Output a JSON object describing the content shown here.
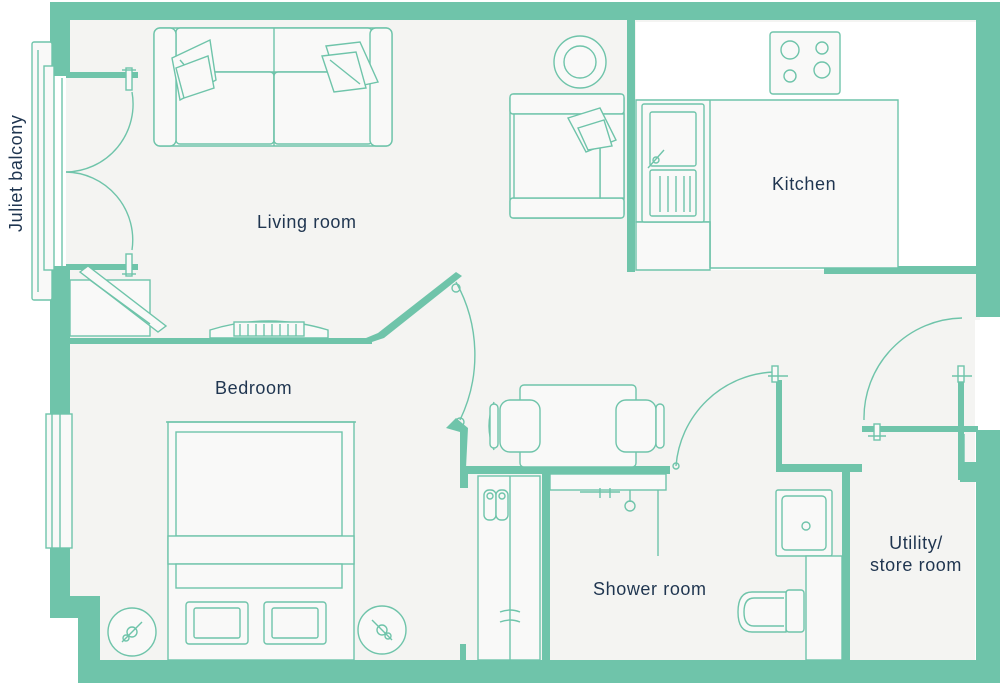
{
  "colors": {
    "wall": "#6fc4aa",
    "floor": "#f4f4f2",
    "fixture_stroke": "#6fc4aa",
    "fixture_fill": "#f9f9f8",
    "label": "#1f3550",
    "background": "#ffffff"
  },
  "rooms": {
    "living_room": "Living room",
    "kitchen": "Kitchen",
    "bedroom": "Bedroom",
    "shower_room": "Shower room",
    "utility_line1": "Utility/",
    "utility_line2": "store room",
    "juliet_balcony": "Juliet balcony"
  },
  "fixtures": [
    "sofa-icon",
    "armchair-icon",
    "round-table-icon",
    "hob-icon",
    "kitchen-sink-icon",
    "radiator-icon",
    "dining-table-icon",
    "chair-icon",
    "double-bed-icon",
    "pillow-icon",
    "bedside-lamp-icon",
    "wardrobe-icon",
    "shoes-icon",
    "basin-icon",
    "shower-tray-icon",
    "toilet-icon",
    "door-swing-icon",
    "window-icon"
  ]
}
